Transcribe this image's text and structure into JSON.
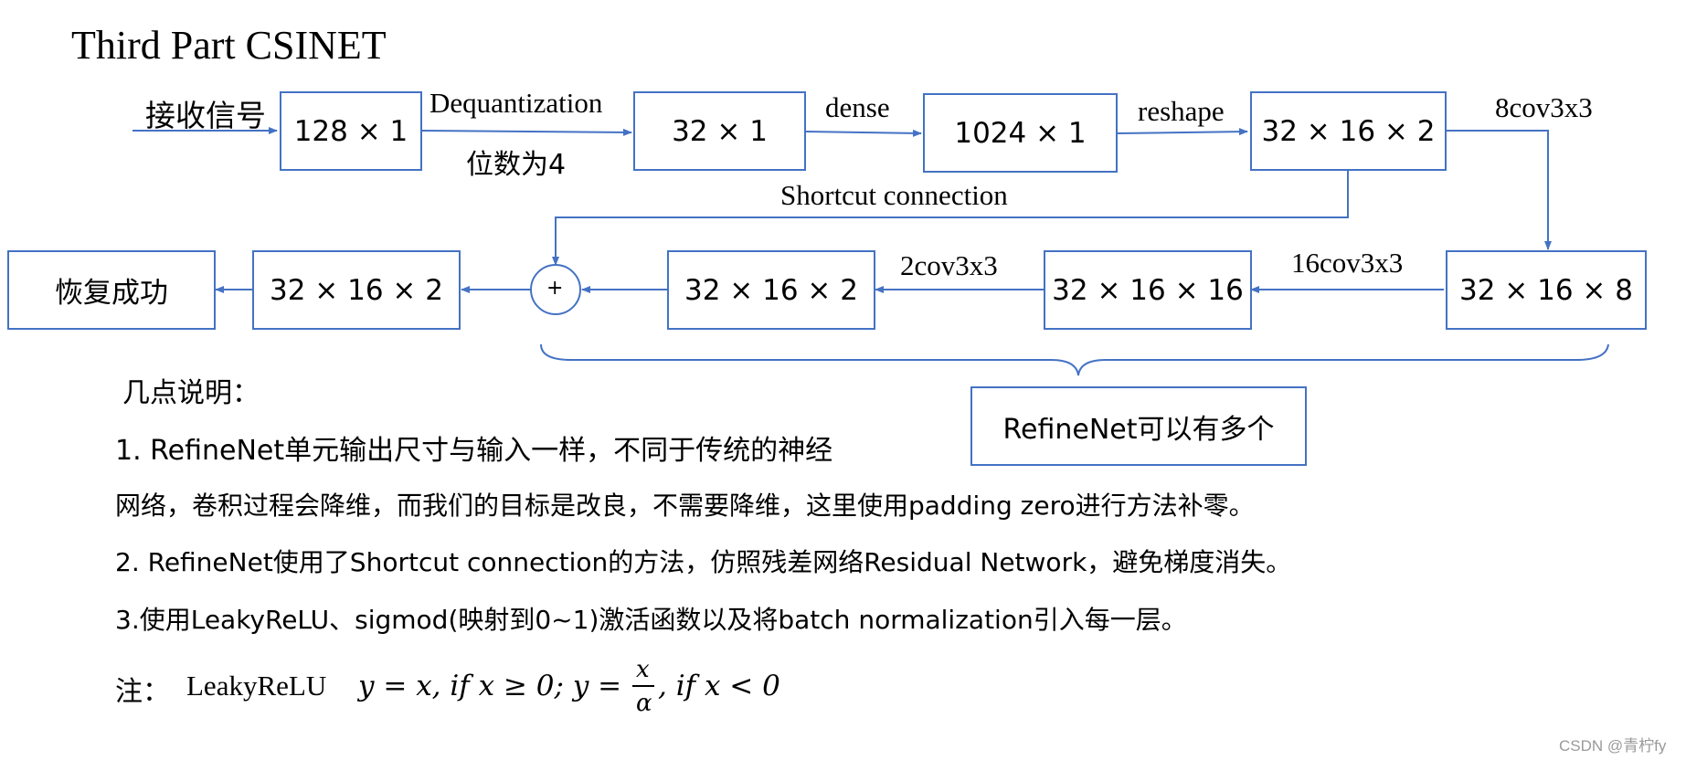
{
  "title": "Third Part CSINET",
  "nodes": {
    "input_label": "接收信号",
    "n128": "128 × 1",
    "n32": "32 × 1",
    "n1024": "1024 × 1",
    "n32x16x2_a": "32 × 16 × 2",
    "n32x16x8": "32 × 16 × 8",
    "n32x16x16": "32 × 16 × 16",
    "n32x16x2_b": "32 × 16 × 2",
    "plus": "+",
    "n32x16x2_c": "32 × 16 × 2",
    "output": "恢复成功",
    "refinenet_note": "RefineNet可以有多个"
  },
  "edges": {
    "dequantization": "Dequantization",
    "bits": "位数为4",
    "dense": "dense",
    "reshape": "reshape",
    "conv8": "8cov3x3",
    "conv16": "16cov3x3",
    "conv2": "2cov3x3",
    "shortcut": "Shortcut connection"
  },
  "notes": {
    "heading": "几点说明：",
    "line1a": "1. RefineNet单元输出尺寸与输入一样，不同于传统的神经",
    "line1b": "网络，卷积过程会降维，而我们的目标是改良，不需要降维，这里使用padding zero进行方法补零。",
    "line2": "2. RefineNet使用了Shortcut connection的方法，仿照残差网络Residual Network，避免梯度消失。",
    "line3": "3.使用LeakyReLU、sigmod(映射到0~1)激活函数以及将batch normalization引入每一层。",
    "formula_prefix": "注：",
    "formula_name": "LeakyReLU",
    "formula_part1": "y = x, if x ≥ 0; y =",
    "formula_num": "x",
    "formula_den": "α",
    "formula_part2": ", if x < 0"
  },
  "watermark": "CSDN @青柠fy",
  "colors": {
    "box_border": "#4472C4",
    "arrow": "#4472C4",
    "text": "#000000",
    "watermark": "#9a9a9a"
  }
}
